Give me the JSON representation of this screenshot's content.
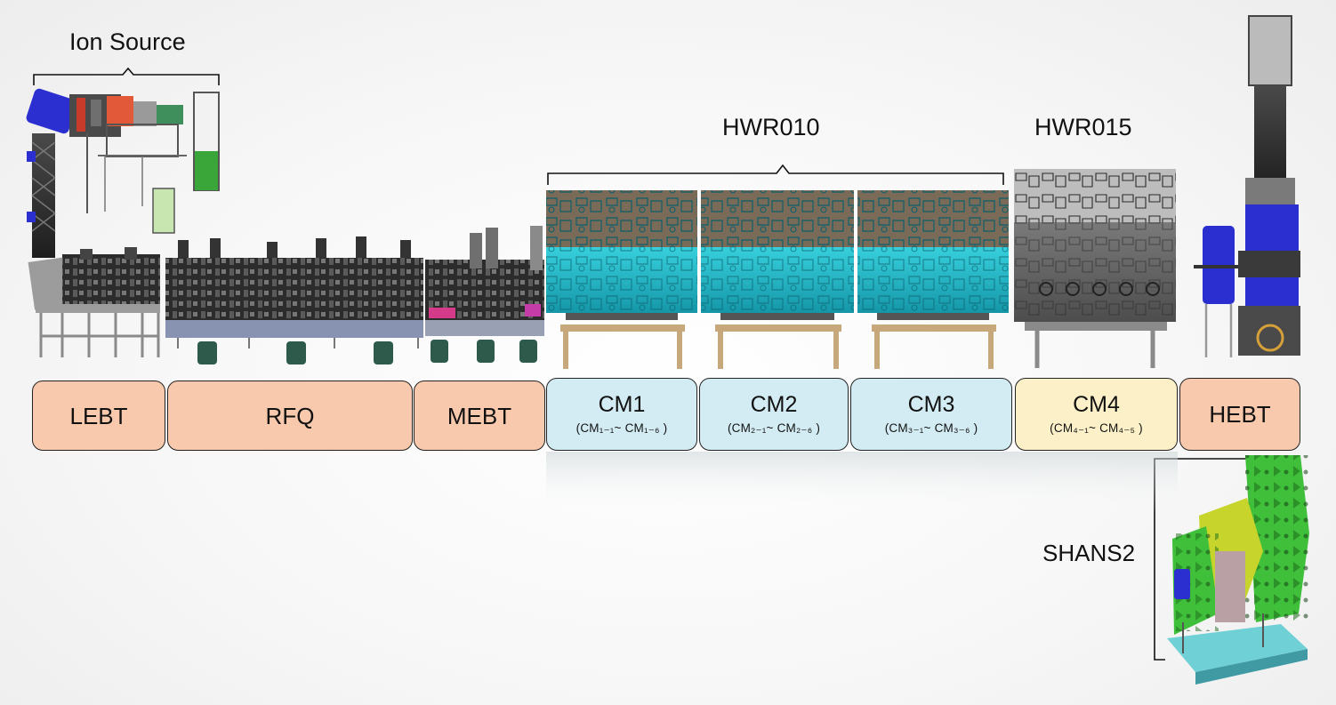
{
  "labels": {
    "ion_source": "Ion Source",
    "hwr010": "HWR010",
    "hwr015": "HWR015",
    "shans2": "SHANS2"
  },
  "sections": {
    "lebt": {
      "name": "LEBT"
    },
    "rfq": {
      "name": "RFQ"
    },
    "mebt": {
      "name": "MEBT"
    },
    "cm1": {
      "name": "CM1",
      "sub": "(CM₁₋₁~ CM₁₋₆ )"
    },
    "cm2": {
      "name": "CM2",
      "sub": "(CM₂₋₁~ CM₂₋₆ )"
    },
    "cm3": {
      "name": "CM3",
      "sub": "(CM₃₋₁~ CM₃₋₆ )"
    },
    "cm4": {
      "name": "CM4",
      "sub": "(CM₄₋₁~ CM₄₋₅ )"
    },
    "hebt": {
      "name": "HEBT"
    }
  },
  "colors": {
    "warm_section": "#f8c9ac",
    "hwr010_section": "#d3ecf3",
    "hwr015_section": "#fcf0c8",
    "cryomodule_cyan": "#27b9c9",
    "cryomodule_gray": "#6b6b6b",
    "magnet_green": "#3fbf3a",
    "dipole_blue": "#2b2fd0"
  }
}
